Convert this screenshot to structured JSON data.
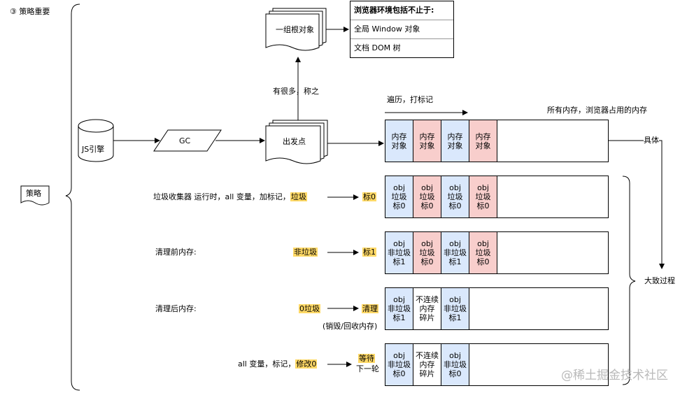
{
  "strategy_title": "③ 策略重要",
  "strategy_label": "策略",
  "engine_label": "JS引擎",
  "gc_label": "GC",
  "start_label": "出发点",
  "root_label": "一组根对象",
  "root_note": "有很多，称之",
  "browser_table": {
    "header": "浏览器环境包括不止于:",
    "items": [
      "全局 Window 对象",
      "文档 DOM 树"
    ]
  },
  "traverse_label": "遍历，打标记",
  "all_memory_label": "所有内存，浏览器占用的内存",
  "concrete_label": "具体",
  "process_label": "大致过程",
  "memory_row": [
    {
      "text": "内存\n对象",
      "color": "blue"
    },
    {
      "text": "内存\n对象",
      "color": "red"
    },
    {
      "text": "内存\n对象",
      "color": "blue"
    },
    {
      "text": "内存\n对象",
      "color": "red"
    }
  ],
  "steps": [
    {
      "desc": "垃圾收集器  运行时，all 变量，加标记，",
      "highlight": "垃圾",
      "result": "标0",
      "note": "",
      "cells": [
        {
          "text": "obj\n垃圾\n标0",
          "color": "blue"
        },
        {
          "text": "obj\n垃圾\n标0",
          "color": "red"
        },
        {
          "text": "obj\n垃圾\n标0",
          "color": "blue"
        },
        {
          "text": "obj\n垃圾\n标0",
          "color": "red"
        }
      ]
    },
    {
      "desc": "清理前内存:",
      "highlight": "非垃圾",
      "result": "标1",
      "note": "",
      "cells": [
        {
          "text": "obj\n非垃圾\n标1",
          "color": "blue"
        },
        {
          "text": "obj\n垃圾\n标0",
          "color": "red"
        },
        {
          "text": "obj\n非垃圾\n标1",
          "color": "blue"
        },
        {
          "text": "obj\n垃圾\n标0",
          "color": "red"
        }
      ]
    },
    {
      "desc": "清理后内存:",
      "highlight": "0垃圾",
      "result": "清理",
      "note": "(销毁/回收内存)",
      "cells": [
        {
          "text": "obj\n非垃圾\n标1",
          "color": "blue"
        },
        {
          "text": "不连续\n内存\n碎片",
          "color": "white"
        },
        {
          "text": "obj\n非垃圾\n标1",
          "color": "blue"
        }
      ]
    },
    {
      "desc": "all 变量，标记，",
      "highlight": "修改0",
      "result": "等待",
      "note": "下一轮",
      "cells": [
        {
          "text": "obj\n非垃圾\n标0",
          "color": "blue"
        },
        {
          "text": "不连续\n内存\n碎片",
          "color": "white"
        },
        {
          "text": "obj\n非垃圾\n标0",
          "color": "blue"
        }
      ]
    }
  ],
  "watermark": "@稀土掘金技术社区"
}
